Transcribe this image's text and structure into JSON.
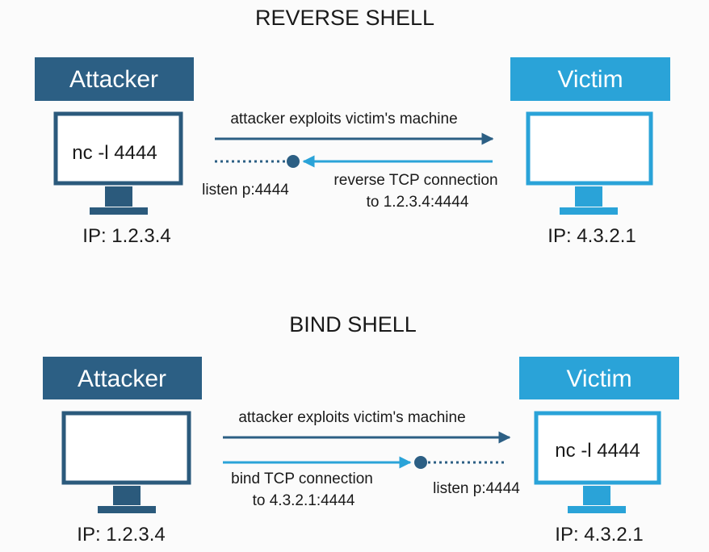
{
  "colors": {
    "dark_blue": "#2c5f84",
    "light_blue": "#2aa3d8",
    "monitor": "#2b5a7c",
    "text": "#1a1a1a",
    "background": "#fbfbfb"
  },
  "reverse_shell": {
    "title": "REVERSE SHELL",
    "attacker": {
      "label": "Attacker",
      "command": "nc -l 4444",
      "ip": "IP: 1.2.3.4"
    },
    "victim": {
      "label": "Victim",
      "command": "",
      "ip": "IP: 4.3.2.1"
    },
    "exploit_caption": "attacker exploits victim's machine",
    "listen_caption": "listen p:4444",
    "connection_caption_line1": "reverse TCP connection",
    "connection_caption_line2": "to 1.2.3.4:4444"
  },
  "bind_shell": {
    "title": "BIND SHELL",
    "attacker": {
      "label": "Attacker",
      "command": "",
      "ip": "IP: 1.2.3.4"
    },
    "victim": {
      "label": "Victim",
      "command": "nc -l 4444",
      "ip": "IP: 4.3.2.1"
    },
    "exploit_caption": "attacker exploits victim's machine",
    "listen_caption": "listen p:4444",
    "connection_caption_line1": "bind TCP connection",
    "connection_caption_line2": "to 4.3.2.1:4444"
  }
}
